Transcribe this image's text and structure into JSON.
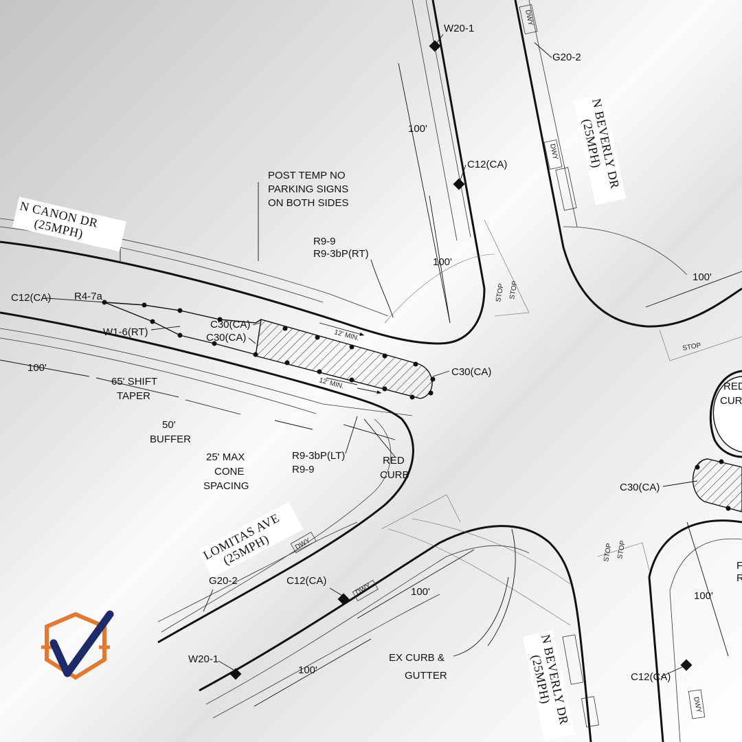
{
  "streets": {
    "canon": "N CANON DR",
    "canon_speed": "(25MPH)",
    "beverly_top": "N BEVERLY DR",
    "beverly_top_speed": "(25MPH)",
    "lomitas": "LOMITAS AVE",
    "lomitas_speed": "(25MPH)",
    "beverly_bottom": "N BEVERLY DR",
    "beverly_bottom_speed": "(25MPH)"
  },
  "labels": {
    "w20_1_top": "W20-1",
    "g20_2_top": "G20-2",
    "dwy_1": "DWY",
    "dwy_2": "DWY",
    "dist_100_top": "100'",
    "c12_top": "C12(CA)",
    "post_temp": [
      "POST TEMP NO",
      "PARKING SIGNS",
      "ON BOTH SIDES"
    ],
    "r99_rt_1": "R9-9",
    "r99_rt_2": "R9-3bP(RT)",
    "dist_100_mid": "100'",
    "dist_100_right": "100'",
    "c12_left": "C12(CA)",
    "r47a": "R4-7a",
    "w16": "W1-6(RT)",
    "c30_1": "C30(CA)",
    "c30_2": "C30(CA)",
    "min12_top": "12' MIN.",
    "min12_bottom": "12' MIN.",
    "c30_right": "C30(CA)",
    "dist_100_left": "100'",
    "shift_taper": [
      "65' SHIFT",
      "TAPER"
    ],
    "buffer": [
      "50'",
      "BUFFER"
    ],
    "cone_spacing": [
      "25' MAX",
      "CONE",
      "SPACING"
    ],
    "r99_lt_1": "R9-3bP(LT)",
    "r99_lt_2": "R9-9",
    "red_curb": [
      "RED",
      "CURB"
    ],
    "red_curb_right": [
      "RED",
      "CUR"
    ],
    "c30_far_right": "C30(CA)",
    "dwy_3": "DWY",
    "dwy_4": "DWY",
    "g20_2_bottom": "G20-2",
    "c12_bottom": "C12(CA)",
    "dist_100_bottom": "100'",
    "dist_100_bottom2": "100'",
    "w20_1_bottom": "W20-1",
    "ex_curb": [
      "EX CURB &",
      "GUTTER"
    ],
    "dist_100_br": "100'",
    "c12_br": "C12(CA)",
    "dwy_5": "DWY",
    "r_partial": [
      "F",
      "R"
    ],
    "stop_1": "STOP",
    "stop_2": "STOP",
    "stop_3": "STOP",
    "stop_4": "STOP",
    "stop_5": "STOP"
  },
  "logo": {
    "name": "checkmark-shield-logo",
    "navy": "#1d2b6b",
    "orange": "#e4782c"
  },
  "colors": {
    "background_light": "#ffffff",
    "background_dark": "#c9c9c9",
    "ink": "#111111"
  }
}
